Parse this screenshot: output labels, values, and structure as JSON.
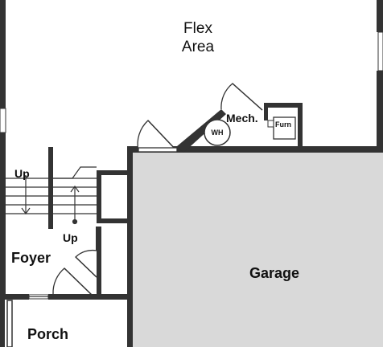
{
  "plan": {
    "rooms": {
      "flex_line1": "Flex",
      "flex_line2": "Area",
      "mech": "Mech.",
      "furnace": "Furn",
      "water_heater": "WH",
      "garage": "Garage",
      "foyer": "Foyer",
      "porch": "Porch",
      "stairs_up_upper": "Up",
      "stairs_up_lower": "Up"
    },
    "colors": {
      "wall": "#333333",
      "garage_fill": "#d9d9d9",
      "background": "#ffffff"
    }
  }
}
